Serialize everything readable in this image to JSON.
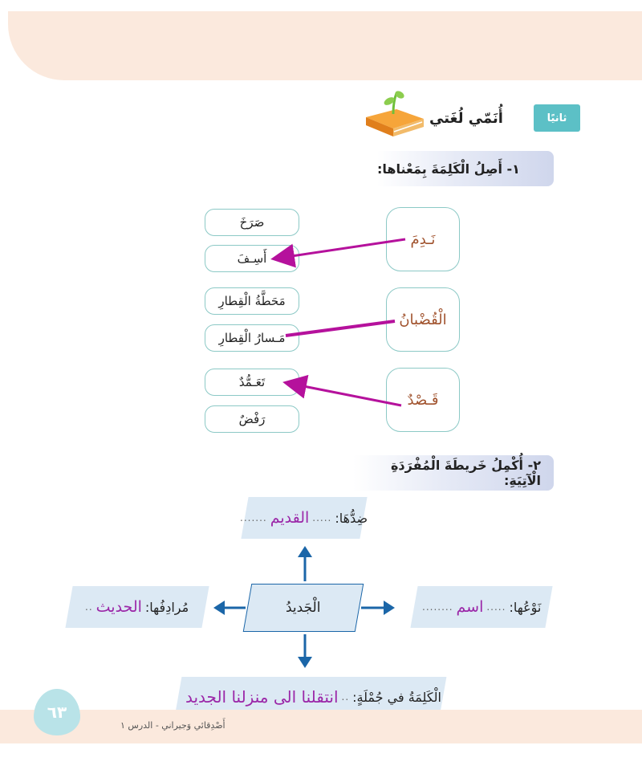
{
  "section": {
    "badge": "ثانيًا",
    "title": "أُنَمّي لُغَتي"
  },
  "q1": {
    "instruction": "١- أَصِلُ الْكَلِمَةَ بِمَعْناها:",
    "words": [
      "نَـدِمَ",
      "الْقُضْبانُ",
      "قَـصْدٌ"
    ],
    "options": [
      "صَرَخَ",
      "أَسِـفَ",
      "مَحَطَّةُ الْقِطارِ",
      "مَـسارُ الْقِطارِ",
      "تَعَـمُّدٌ",
      "رَفْضٌ"
    ]
  },
  "q2": {
    "instruction": "٢- أُكْمِلُ خَريطَةَ الْمُفْرَدَةِ الْآتِيَةِ:",
    "center": "الْجَديدُ",
    "top": {
      "label": "ضِدُّهَا:",
      "answer": "القديم"
    },
    "left": {
      "label": "مُرادِفُها:",
      "answer": "الحديث"
    },
    "right": {
      "label": "نَوْعُها:",
      "answer": "اسم"
    },
    "bottom": {
      "label": "الْكَلِمَةُ في جُمْلَةٍ:",
      "answer": "انتقلنا الى منزلنا الجديد"
    }
  },
  "footer": {
    "page": "٦٣",
    "text": "أَصْدِقائي وَجيراني - الدرس ١"
  },
  "colors": {
    "arrow_blue": "#1b66a8",
    "handwriting": "#9b27a8",
    "badge": "#5cc0c6"
  }
}
